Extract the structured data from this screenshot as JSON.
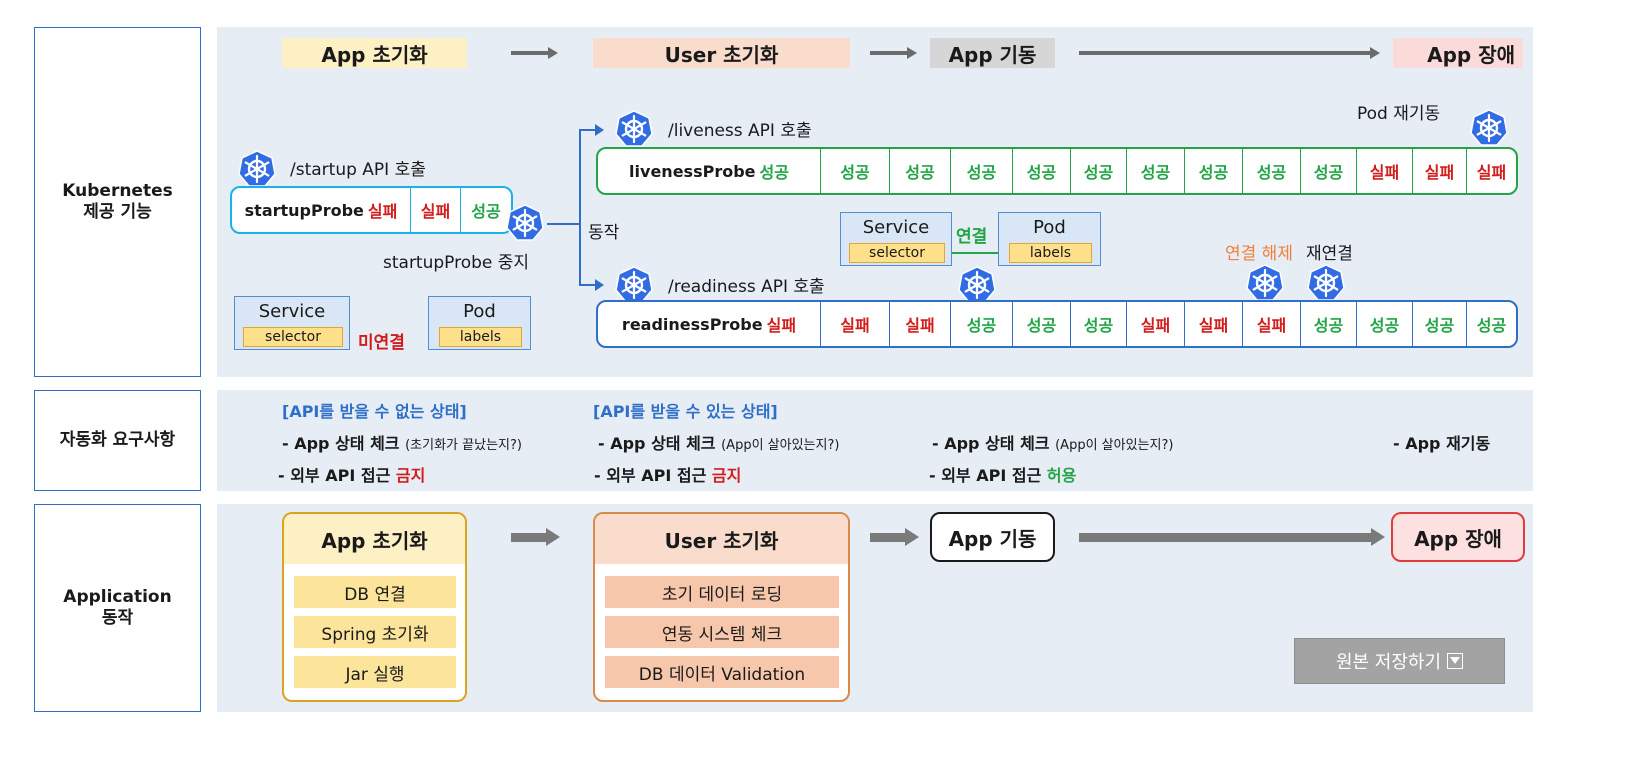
{
  "row_labels": {
    "kubernetes": "Kubernetes\n제공 기능",
    "automation": "자동화 요구사항",
    "application": "Application\n동작"
  },
  "phases": {
    "app_init": "App 초기화",
    "user_init": "User 초기화",
    "app_start": "App 기동",
    "app_fail": "App 장애"
  },
  "startup": {
    "call": "/startup API 호출",
    "probe_name": "startupProbe",
    "results": [
      "실패",
      "실패",
      "성공"
    ],
    "stop": "startupProbe 중지"
  },
  "action_label": "동작",
  "liveness": {
    "call": "/liveness API 호출",
    "probe_name": "livenessProbe",
    "results": [
      "성공",
      "성공",
      "성공",
      "성공",
      "성공",
      "성공",
      "성공",
      "성공",
      "성공",
      "성공",
      "실패",
      "실패",
      "실패"
    ],
    "restart": "Pod 재기동"
  },
  "readiness": {
    "call": "/readiness API 호출",
    "probe_name": "readinessProbe",
    "results": [
      "실패",
      "실패",
      "실패",
      "성공",
      "성공",
      "성공",
      "실패",
      "실패",
      "실패",
      "성공",
      "성공",
      "성공",
      "성공"
    ],
    "disconnect": "연결 해제",
    "reconnect": "재연결"
  },
  "service_left": {
    "title": "Service",
    "tag": "selector",
    "status": "미연결"
  },
  "pod_left": {
    "title": "Pod",
    "tag": "labels"
  },
  "service_mid": {
    "title": "Service",
    "tag": "selector",
    "status": "연결"
  },
  "pod_mid": {
    "title": "Pod",
    "tag": "labels"
  },
  "requirements": {
    "not_ready_title": "[API를 받을 수 없는 상태]",
    "ready_title": "[API를 받을 수 있는 상태]",
    "col1_line1_main": "- App 상태 체크",
    "col1_line1_note": "(초기화가 끝났는지?)",
    "col1_line2_main": "- 외부 API 접근",
    "col1_line2_status": "금지",
    "col2_line1_main": "- App 상태 체크",
    "col2_line1_note": "(App이 살아있는지?)",
    "col2_line2_main": "- 외부 API 접근",
    "col2_line2_status": "금지",
    "col3_line1_main": "- App 상태 체크",
    "col3_line1_note": "(App이 살아있는지?)",
    "col3_line2_main": "- 외부 API 접근",
    "col3_line2_status": "허용",
    "col4_line1": "- App 재기동"
  },
  "app_tasks": {
    "init": [
      "DB 연결",
      "Spring 초기화",
      "Jar 실행"
    ],
    "user": [
      "초기 데이터 로딩",
      "연동 시스템 체크",
      "DB 데이터 Validation"
    ]
  },
  "save_button": "원본 저장하기",
  "colors": {
    "blue": "#2f6fc8",
    "green": "#22a447",
    "red": "#d21d1d",
    "orange": "#f0803b",
    "panel": "#e7edf5"
  }
}
